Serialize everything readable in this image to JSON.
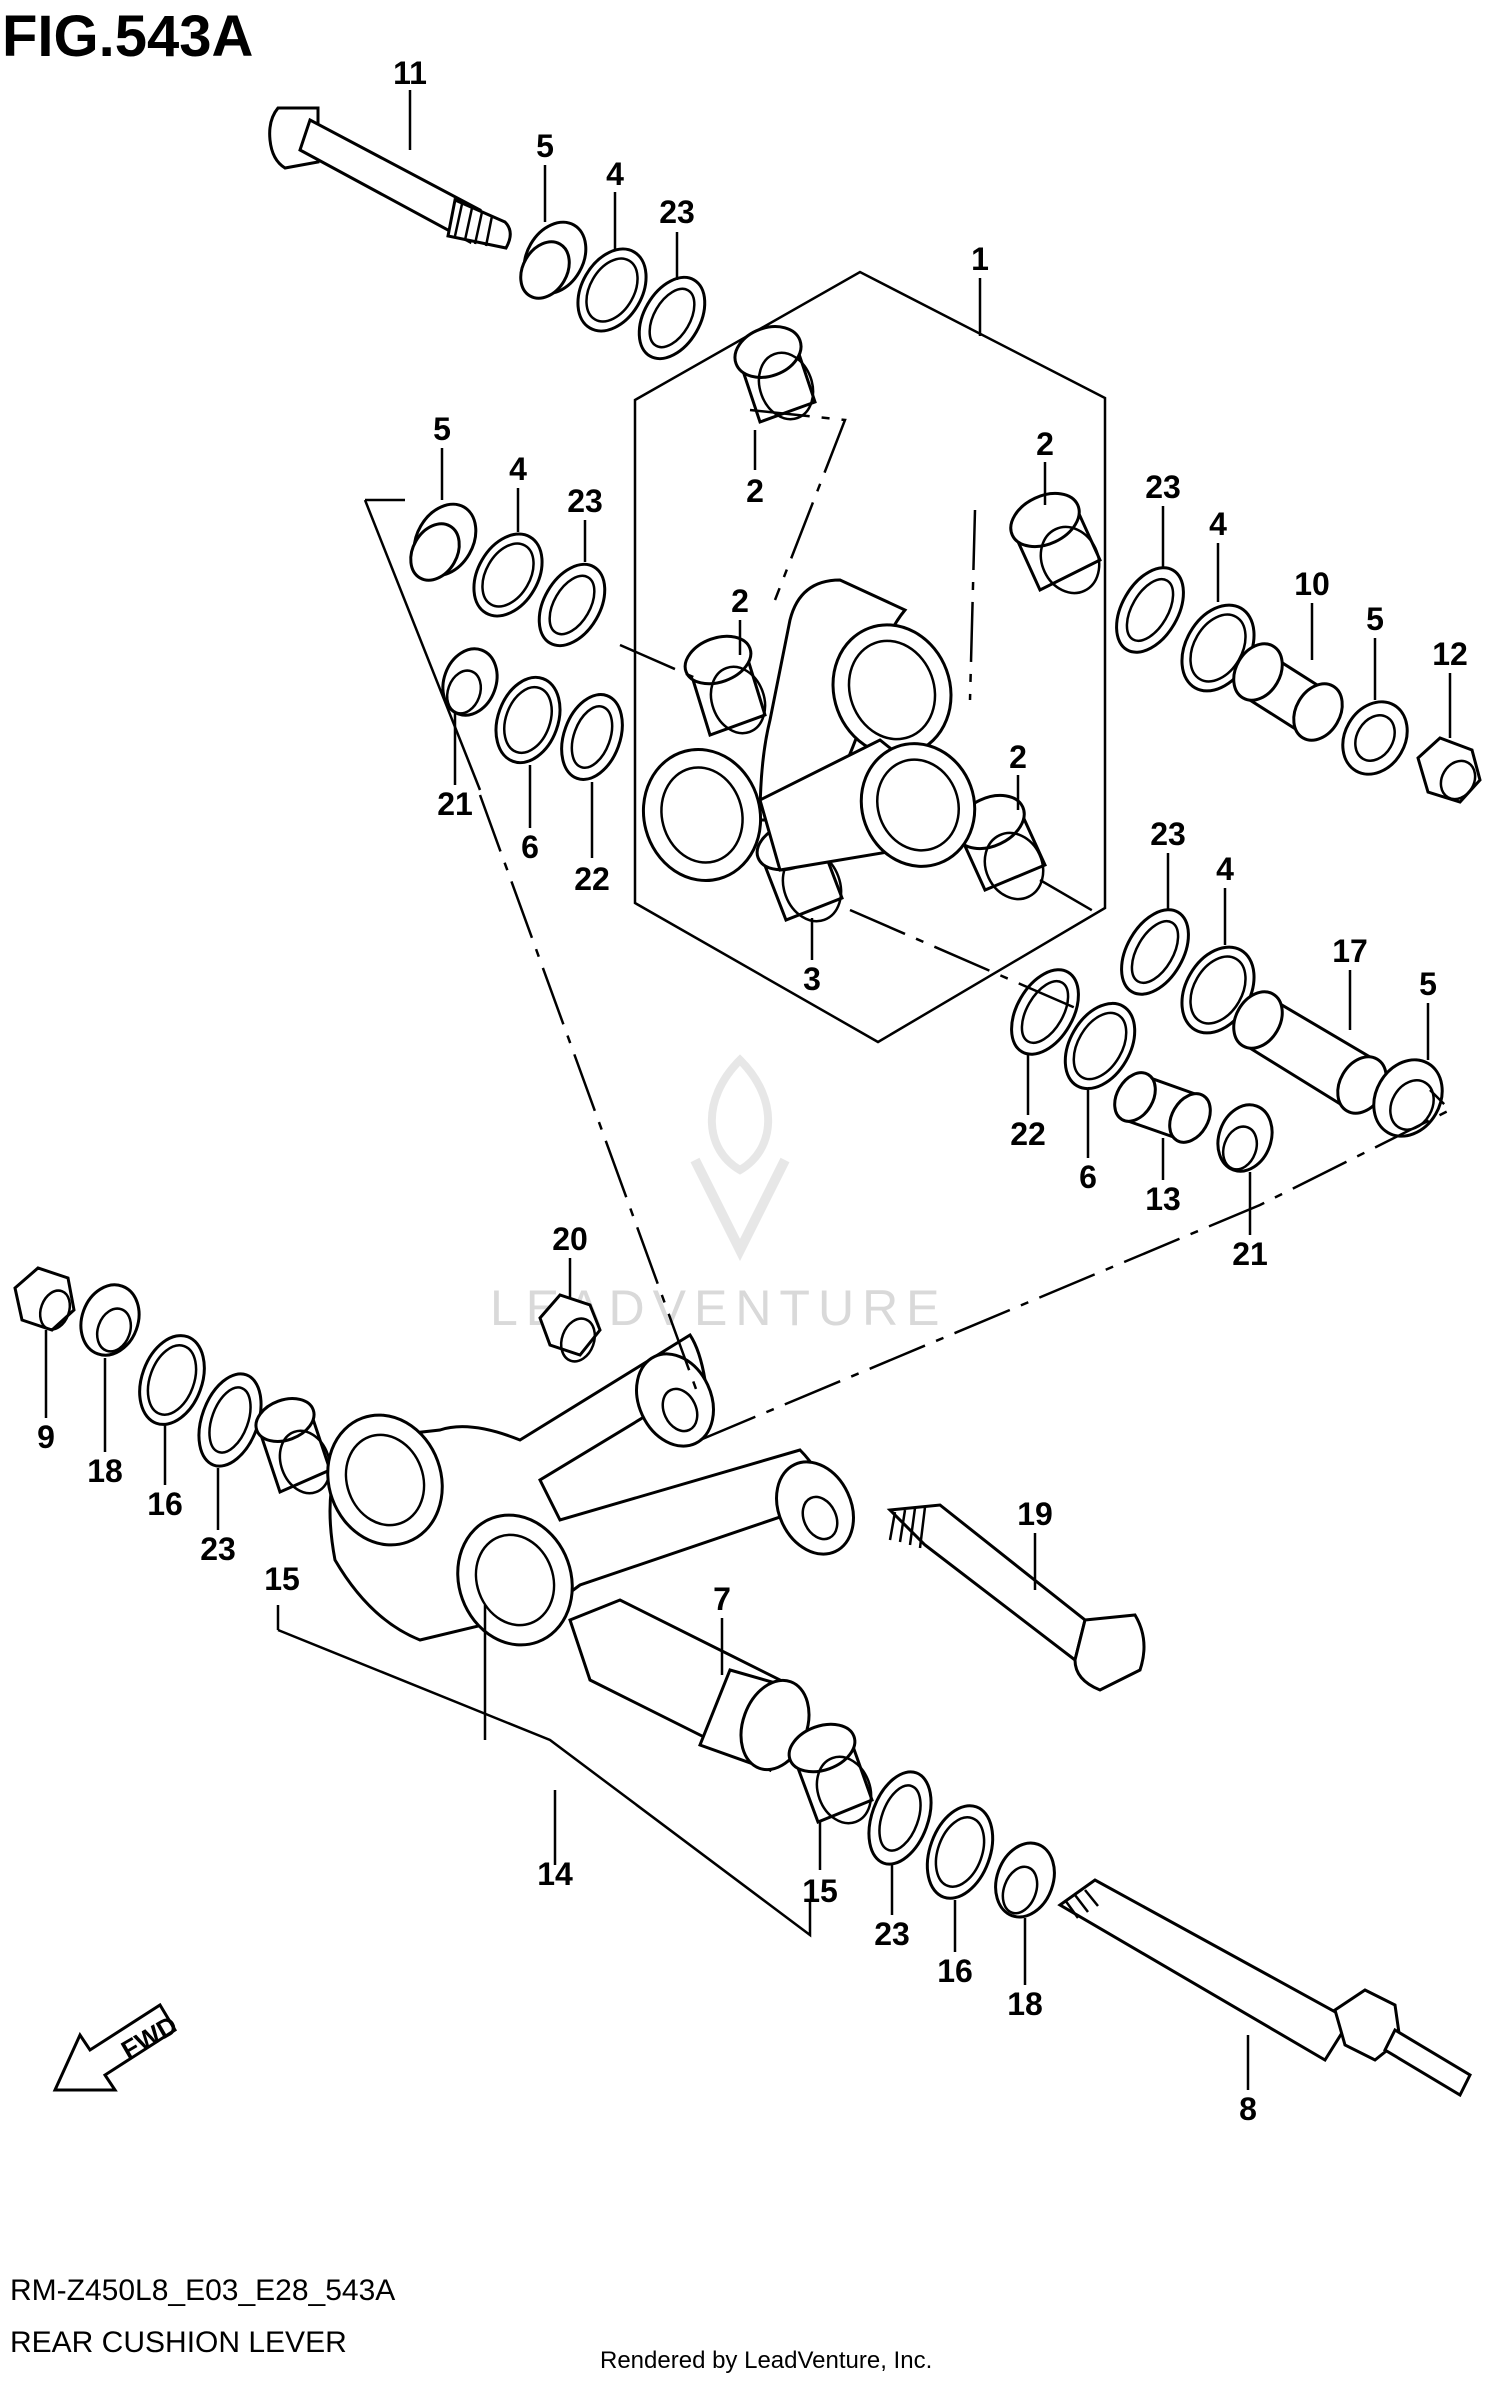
{
  "figure": {
    "title": "FIG.543A",
    "model_code": "RM-Z450L8_E03_E28_543A",
    "caption": "REAR CUSHION LEVER",
    "rendered_by": "Rendered by LeadVenture, Inc.",
    "watermark": "LEADVENTURE",
    "fwd_label": "FWD"
  },
  "callouts": {
    "c11": "11",
    "c5a": "5",
    "c4a": "4",
    "c23a": "23",
    "c1": "1",
    "c2a": "2",
    "c2b": "2",
    "c2c": "2",
    "c2d": "2",
    "c5b": "5",
    "c4b": "4",
    "c23b": "23",
    "c21a": "21",
    "c6a": "6",
    "c22a": "22",
    "c23c": "23",
    "c4c": "4",
    "c10": "10",
    "c5c": "5",
    "c12": "12",
    "c23d": "23",
    "c4d": "4",
    "c17": "17",
    "c5d": "5",
    "c3": "3",
    "c22b": "22",
    "c6b": "6",
    "c13": "13",
    "c21b": "21",
    "c20": "20",
    "c9": "9",
    "c18a": "18",
    "c16a": "16",
    "c23e": "23",
    "c15a": "15",
    "c19": "19",
    "c7": "7",
    "c14": "14",
    "c15b": "15",
    "c23f": "23",
    "c16b": "16",
    "c18b": "18",
    "c8": "8"
  }
}
